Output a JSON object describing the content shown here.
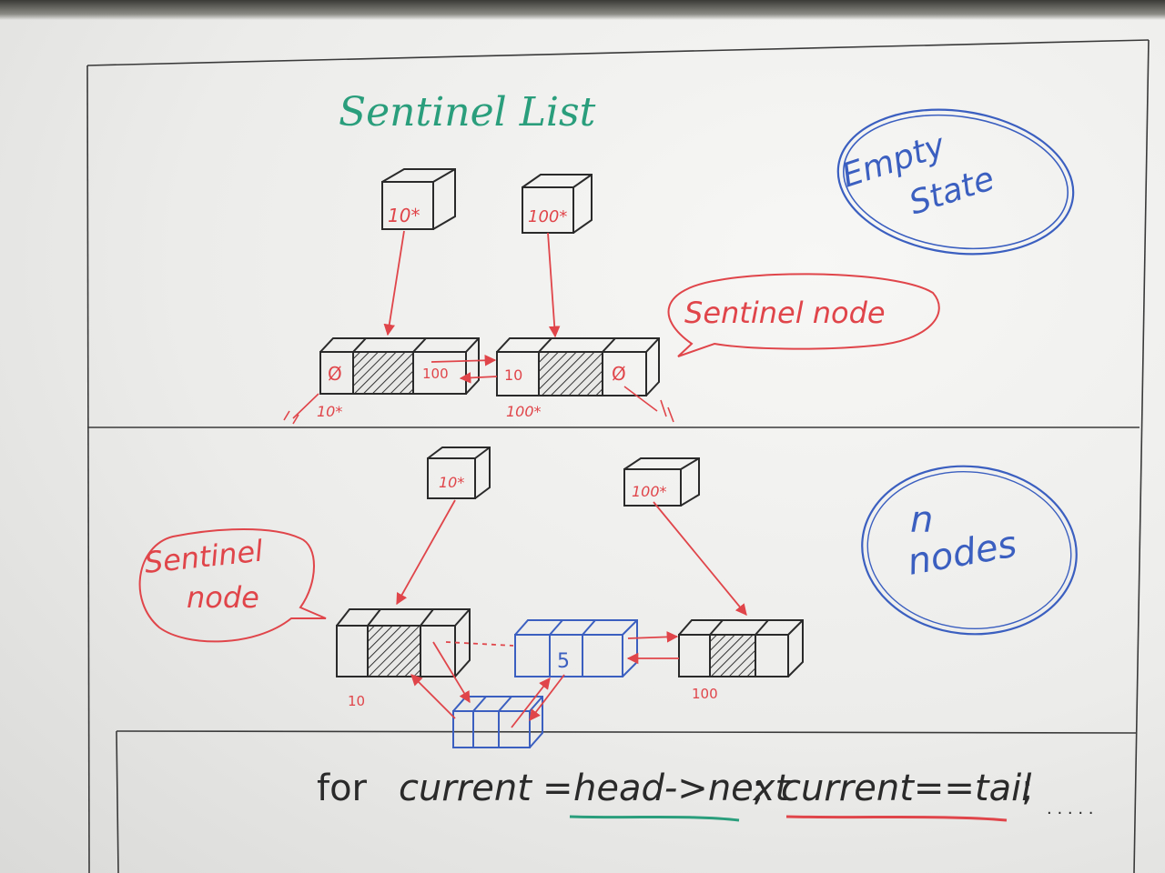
{
  "title": "Sentinel List",
  "bubbles": {
    "empty_state": [
      "Empty",
      "State"
    ],
    "n_nodes": [
      "n",
      "nodes"
    ]
  },
  "callouts": {
    "top": "Sentinel node",
    "bottom": [
      "Sentinel",
      "node"
    ]
  },
  "top_section": {
    "head_pointer": "10*",
    "tail_pointer": "100*",
    "head_node": {
      "prev": "Ø",
      "next": "100",
      "addr": "10*"
    },
    "tail_node": {
      "prev": "10",
      "next": "Ø",
      "addr": "100*"
    }
  },
  "bottom_section": {
    "head_pointer": "10*",
    "tail_pointer": "100*",
    "head_node_addr": "10",
    "tail_node_addr": "100",
    "middle_node_value": "5"
  },
  "loop_code": {
    "for": "for",
    "current": "current",
    "eq": "=",
    "head_next": "head->next",
    "semi1": ";",
    "condition": "current==tail",
    "semi2": ";",
    "dots": "· · · · ·"
  },
  "colors": {
    "ink_black": "#2a2a2a",
    "ink_red": "#e0454a",
    "ink_green": "#2a9e7c",
    "ink_blue": "#3b5fc0"
  }
}
